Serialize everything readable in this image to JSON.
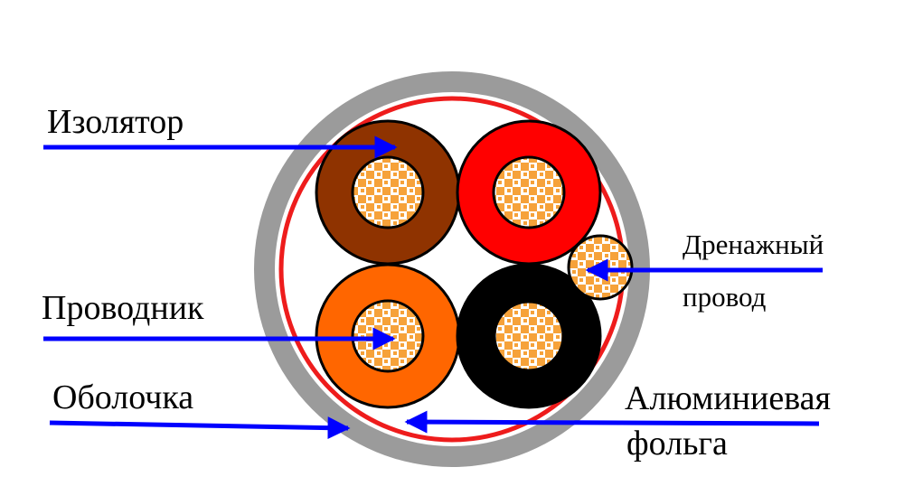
{
  "labels": {
    "insulator": "Изолятор",
    "conductor": "Проводник",
    "sheath": "Оболочка",
    "drain_line1": "Дренажный",
    "drain_line2": "провод",
    "foil_line1": "Алюминиевая",
    "foil_line2": "фольга"
  },
  "colors": {
    "arrow": "#0000ff",
    "sheath": "#9b9b9b",
    "foil": "#ee1c1c",
    "insulator_brown": "#8f3300",
    "insulator_red": "#ff0000",
    "insulator_orange": "#ff6600",
    "insulator_black": "#000000",
    "conductor_fill": "#ffffff",
    "conductor_pattern": "#f6a23a"
  }
}
